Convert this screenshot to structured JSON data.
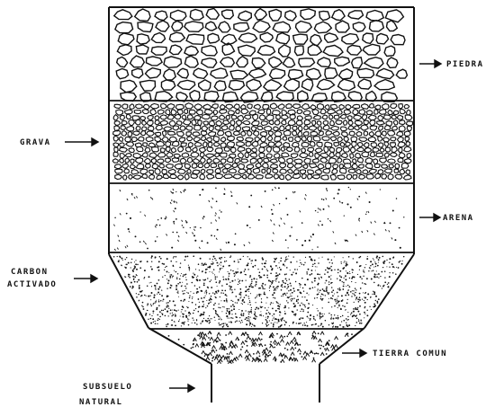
{
  "labels": {
    "piedra": "PIEDRA",
    "grava": "GRAVA",
    "arena": "ARENA",
    "carbon_line1": "CARBON",
    "carbon_line2": "ACTIVADO",
    "tierra_comun": "TIERRA COMUN",
    "subsuelo_line1": "SUBSUELO",
    "subsuelo_line2": "NATURAL"
  },
  "layers_top_to_bottom": [
    "PIEDRA",
    "GRAVA",
    "ARENA",
    "CARBON ACTIVADO",
    "TIERRA COMUN"
  ],
  "colors": {
    "ink": "#111111",
    "paper": "#ffffff"
  }
}
